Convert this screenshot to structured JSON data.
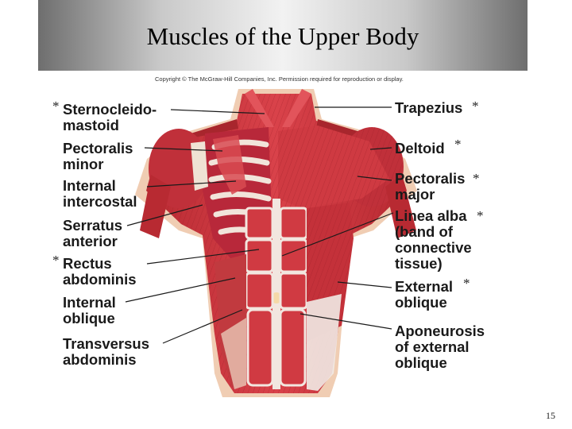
{
  "slide": {
    "title": "Muscles of the Upper Body",
    "copyright": "Copyright © The McGraw-Hill Companies, Inc. Permission required for reproduction or display.",
    "page_number": "15"
  },
  "labels": {
    "sternocleidomastoid": [
      "Sternocleido-",
      "mastoid"
    ],
    "pectoralis_minor": [
      "Pectoralis",
      "minor"
    ],
    "internal_intercostal": [
      "Internal",
      "intercostal"
    ],
    "serratus_anterior": [
      "Serratus",
      "anterior"
    ],
    "rectus_abdominis": [
      "Rectus",
      "abdominis"
    ],
    "internal_oblique": [
      "Internal",
      "oblique"
    ],
    "transversus_abdominis": [
      "Transversus",
      "abdominis"
    ],
    "trapezius": [
      "Trapezius"
    ],
    "deltoid": [
      "Deltoid"
    ],
    "pectoralis_major": [
      "Pectoralis",
      "major"
    ],
    "linea_alba": [
      "Linea alba",
      "(band of",
      "connective",
      "tissue)"
    ],
    "external_oblique": [
      "External",
      "oblique"
    ],
    "aponeurosis": [
      "Aponeurosis",
      "of external",
      "oblique"
    ]
  },
  "markers": {
    "asterisk": "*"
  },
  "colors": {
    "muscle": "#c8323a",
    "muscle_dark": "#8e1e24",
    "tendon": "#f3ece6",
    "skin": "#efc7a8"
  }
}
